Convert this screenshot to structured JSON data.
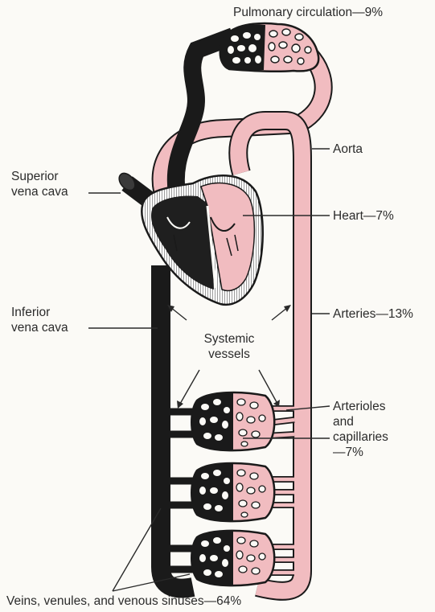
{
  "labels": {
    "pulmonary": "Pulmonary circulation—9%",
    "aorta": "Aorta",
    "superior_1": "Superior",
    "superior_2": "vena cava",
    "heart": "Heart—7%",
    "arteries": "Arteries—13%",
    "inferior_1": "Inferior",
    "inferior_2": "vena cava",
    "systemic_1": "Systemic",
    "systemic_2": "vessels",
    "arterioles_1": "Arterioles",
    "arterioles_2": "and",
    "arterioles_3": "capillaries",
    "arterioles_4": "—7%",
    "veins": "Veins, venules, and venous sinuses—64%"
  },
  "colors": {
    "venous": "#222222",
    "arterial": "#f1bcc0",
    "outline": "#1a1a1a",
    "background": "#fbfaf6"
  }
}
